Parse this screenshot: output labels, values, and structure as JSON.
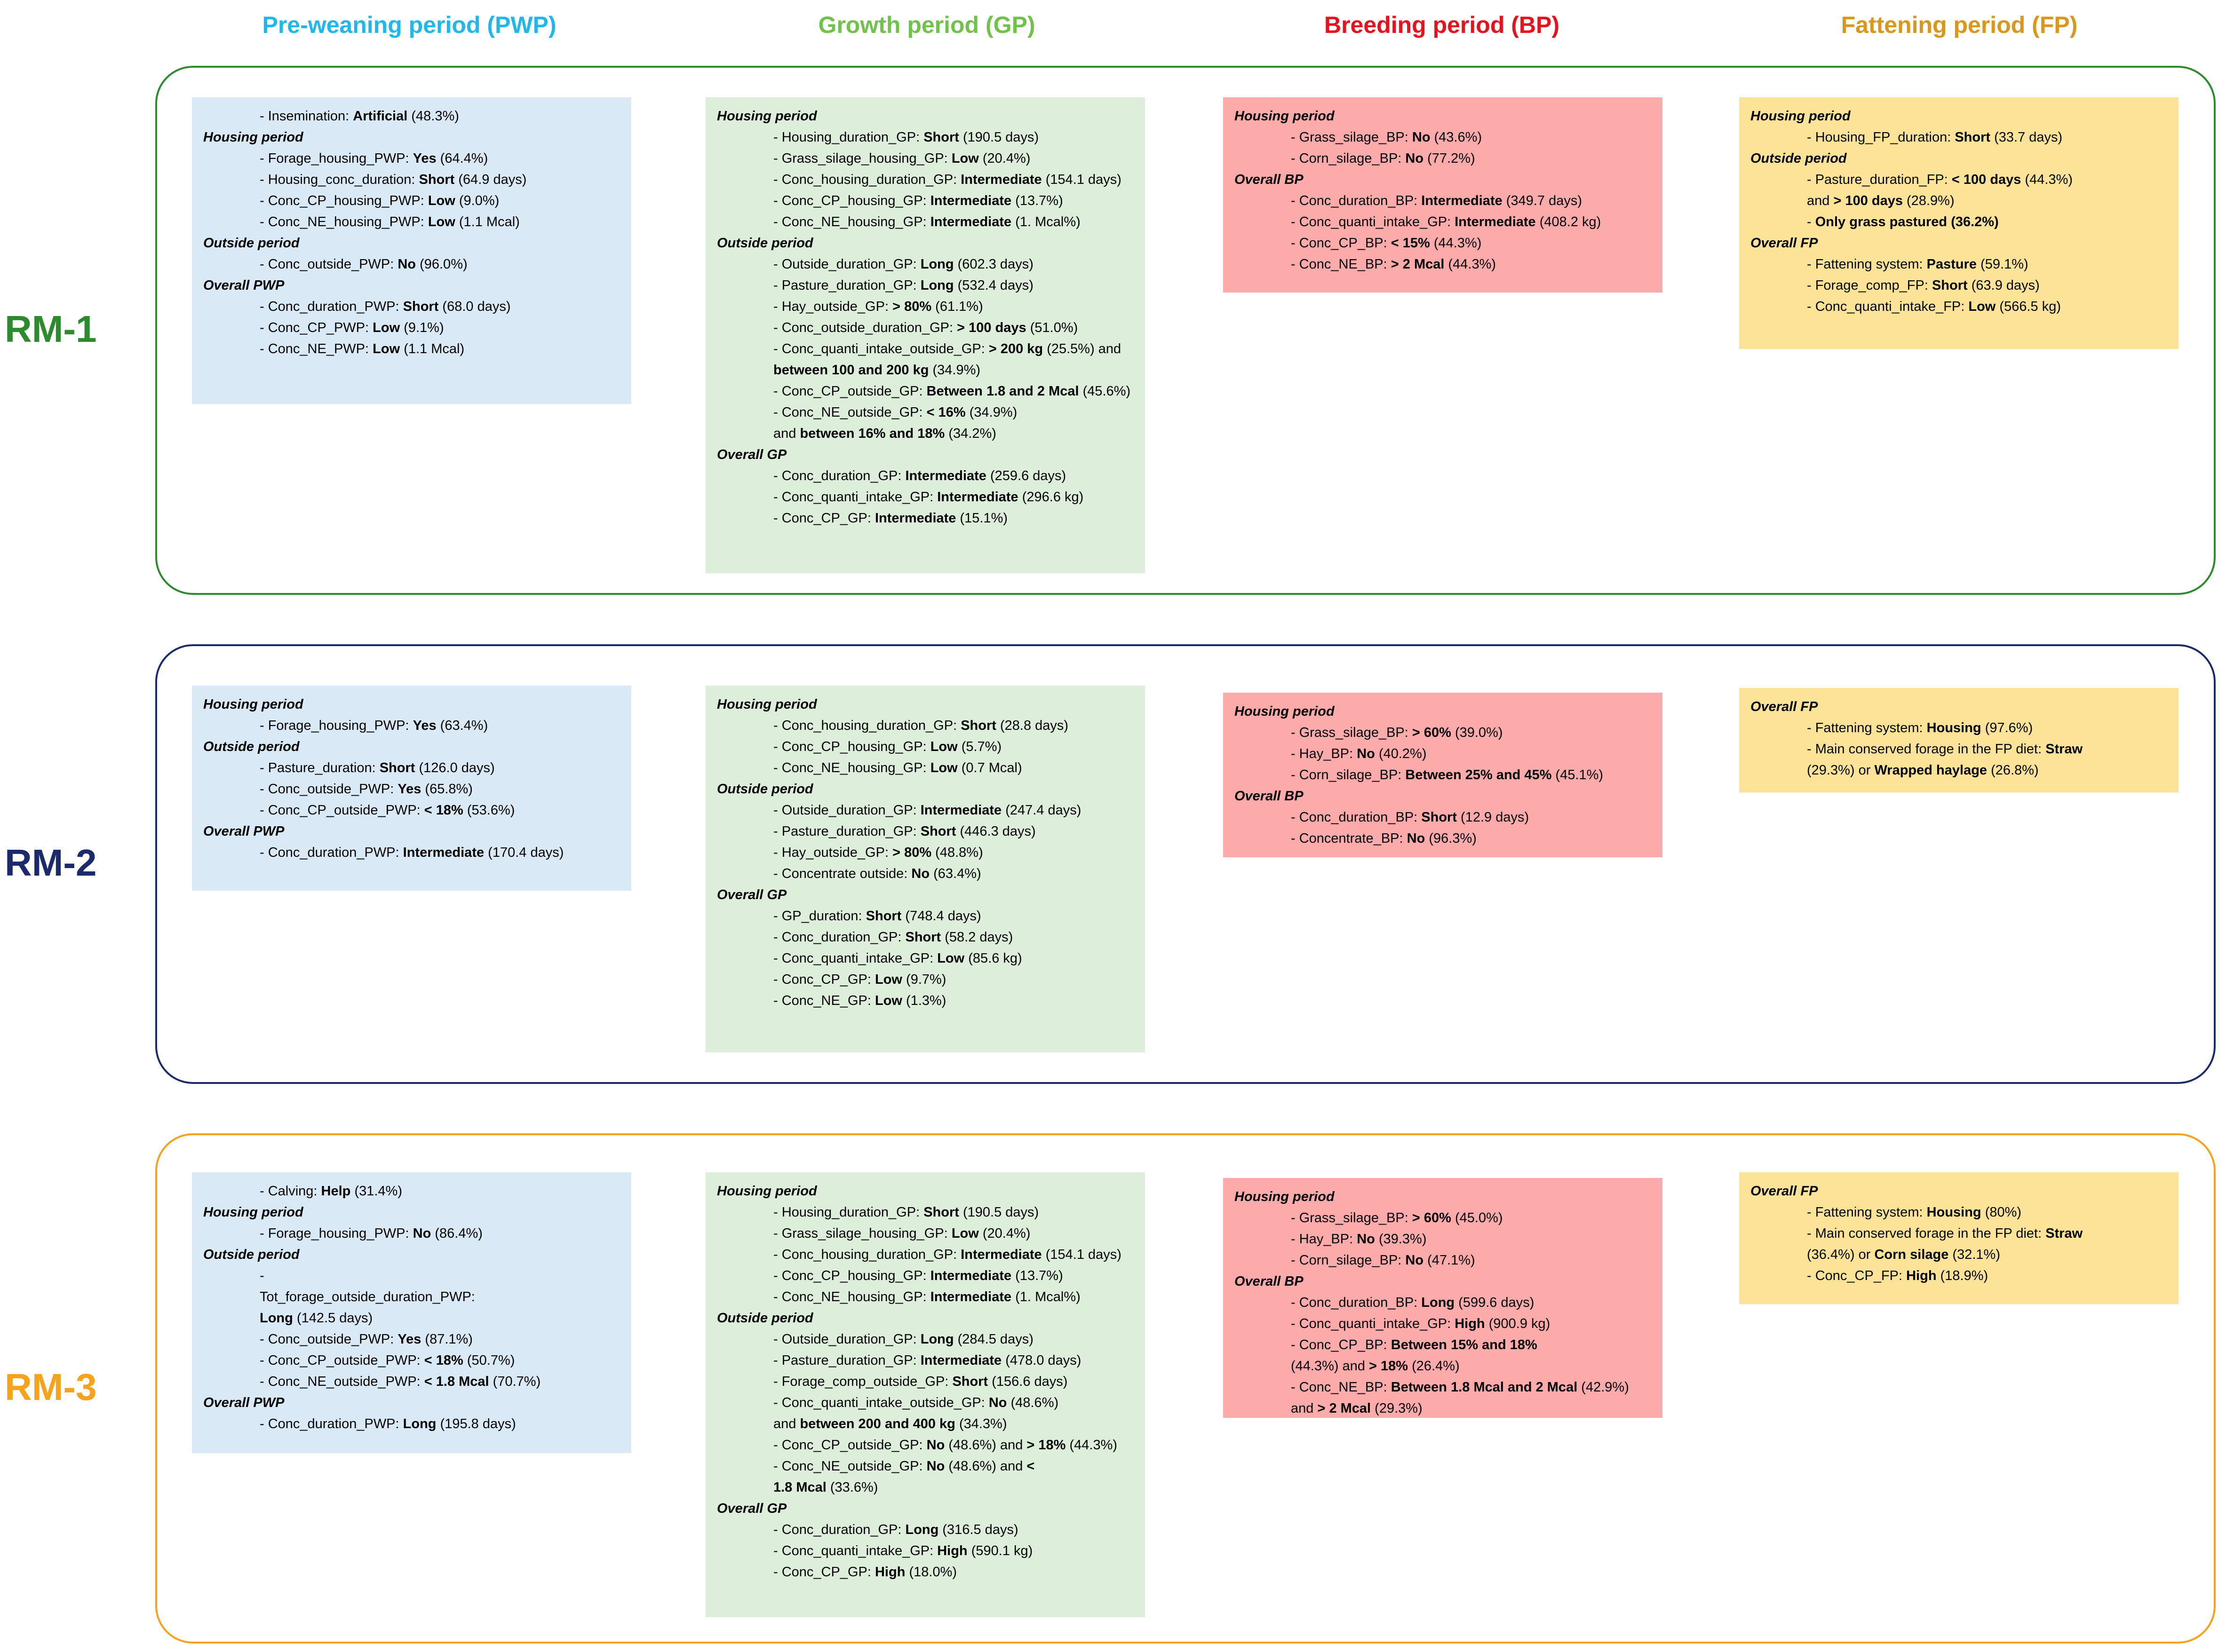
{
  "colors": {
    "pwp_header": "#20b8ec",
    "gp_header": "#71c24b",
    "bp_header": "#e8111c",
    "fp_header": "#d9981b",
    "rm1": "#2d8a2d",
    "rm2": "#1b2a6b",
    "rm3": "#f6a21a",
    "pwp_box": "#dae9f6",
    "gp_box": "#ddeedb",
    "bp_box": "#fdaaaa",
    "fp_box": "#fde398"
  },
  "headers": {
    "pwp": "Pre-weaning period (PWP)",
    "gp": "Growth period (GP)",
    "bp": "Breeding period (BP)",
    "fp": "Fattening period (FP)"
  },
  "rm": [
    {
      "label": "RM-1",
      "pwp": [
        {
          "t": "item",
          "pre": "- Insemination: ",
          "val": "Artificial",
          "post": " (48.3%)"
        },
        {
          "t": "sec",
          "text": "Housing period"
        },
        {
          "t": "item",
          "pre": "- Forage_housing_PWP: ",
          "val": "Yes",
          "post": " (64.4%)"
        },
        {
          "t": "item",
          "pre": "- Housing_conc_duration: ",
          "val": "Short",
          "post": " (64.9 days)"
        },
        {
          "t": "item",
          "pre": "- Conc_CP_housing_PWP: ",
          "val": "Low",
          "post": " (9.0%)"
        },
        {
          "t": "item",
          "pre": "- Conc_NE_housing_PWP: ",
          "val": "Low",
          "post": " (1.1 Mcal)"
        },
        {
          "t": "sec",
          "text": "Outside period"
        },
        {
          "t": "item",
          "pre": "- Conc_outside_PWP: ",
          "val": "No",
          "post": " (96.0%)"
        },
        {
          "t": "sec",
          "text": "Overall PWP"
        },
        {
          "t": "item",
          "pre": "- Conc_duration_PWP: ",
          "val": "Short",
          "post": " (68.0 days)"
        },
        {
          "t": "item",
          "pre": "- Conc_CP_PWP: ",
          "val": "Low",
          "post": " (9.1%)"
        },
        {
          "t": "item",
          "pre": "- Conc_NE_PWP: ",
          "val": "Low",
          "post": " (1.1 Mcal)"
        }
      ],
      "gp": [
        {
          "t": "sec",
          "text": "Housing period"
        },
        {
          "t": "item",
          "pre": "- Housing_duration_GP: ",
          "val": "Short",
          "post": " (190.5 days)"
        },
        {
          "t": "item",
          "pre": "- Grass_silage_housing_GP: ",
          "val": "Low",
          "post": " (20.4%)"
        },
        {
          "t": "item",
          "pre": "- Conc_housing_duration_GP: ",
          "val": "Intermediate",
          "post": " (154.1 days)"
        },
        {
          "t": "item",
          "pre": "- Conc_CP_housing_GP: ",
          "val": "Intermediate",
          "post": " (13.7%)"
        },
        {
          "t": "item",
          "pre": "- Conc_NE_housing_GP: ",
          "val": "Intermediate",
          "post": " (1. Mcal%)"
        },
        {
          "t": "sec",
          "text": "Outside period"
        },
        {
          "t": "item",
          "pre": "- Outside_duration_GP: ",
          "val": "Long",
          "post": " (602.3 days)"
        },
        {
          "t": "item",
          "pre": "- Pasture_duration_GP: ",
          "val": "Long",
          "post": " (532.4 days)"
        },
        {
          "t": "item",
          "pre": "- Hay_outside_GP: ",
          "val": "> 80%",
          "post": " (61.1%)"
        },
        {
          "t": "item",
          "pre": "- Conc_outside_duration_GP: ",
          "val": "> 100 days",
          "post": " (51.0%)"
        },
        {
          "t": "item2",
          "pre": "- Conc_quanti_intake_outside_GP: ",
          "val": "> 200 kg",
          "post": " (25.5%) and",
          "val2": "between 100 and 200 kg",
          "post2": " (34.9%)"
        },
        {
          "t": "item",
          "pre": "- Conc_CP_outside_GP: ",
          "val": "Between 1.8 and 2 Mcal",
          "post": " (45.6%)"
        },
        {
          "t": "item2",
          "pre": "- Conc_NE_outside_GP: ",
          "val": "< 16%",
          "post": " (34.9%)",
          "pre2": "and ",
          "val2": "between 16% and 18%",
          "post2": " (34.2%)"
        },
        {
          "t": "sec",
          "text": "Overall GP"
        },
        {
          "t": "item",
          "pre": "- Conc_duration_GP: ",
          "val": "Intermediate",
          "post": " (259.6 days)"
        },
        {
          "t": "item",
          "pre": "- Conc_quanti_intake_GP: ",
          "val": "Intermediate",
          "post": " (296.6 kg)"
        },
        {
          "t": "item",
          "pre": "- Conc_CP_GP: ",
          "val": "Intermediate",
          "post": " (15.1%)"
        }
      ],
      "bp": [
        {
          "t": "sec",
          "text": "Housing period"
        },
        {
          "t": "item",
          "pre": "- Grass_silage_BP: ",
          "val": "No",
          "post": " (43.6%)"
        },
        {
          "t": "item",
          "pre": "- Corn_silage_BP: ",
          "val": "No",
          "post": " (77.2%)"
        },
        {
          "t": "sec",
          "text": "Overall BP"
        },
        {
          "t": "item",
          "pre": "- Conc_duration_BP: ",
          "val": "Intermediate",
          "post": " (349.7 days)"
        },
        {
          "t": "item",
          "pre": "- Conc_quanti_intake_GP: ",
          "val": "Intermediate",
          "post": " (408.2 kg)"
        },
        {
          "t": "item",
          "pre": "- Conc_CP_BP: ",
          "val": "< 15%",
          "post": " (44.3%)"
        },
        {
          "t": "item",
          "pre": "- Conc_NE_BP: ",
          "val": "> 2 Mcal",
          "post": " (44.3%)"
        }
      ],
      "fp": [
        {
          "t": "sec",
          "text": "Housing period"
        },
        {
          "t": "item",
          "pre": "- Housing_FP_duration: ",
          "val": "Short",
          "post": " (33.7 days)"
        },
        {
          "t": "sec",
          "text": "Outside period"
        },
        {
          "t": "item2",
          "pre": "- Pasture_duration_FP: ",
          "val": "< 100 days",
          "post": " (44.3%)",
          "pre2": "and ",
          "val2": "> 100 days",
          "post2": " (28.9%)"
        },
        {
          "t": "item",
          "pre": "- ",
          "val": "Only grass pastured (36.2%)",
          "post": ""
        },
        {
          "t": "sec",
          "text": "Overall FP"
        },
        {
          "t": "item",
          "pre": "- Fattening system: ",
          "val": "Pasture",
          "post": " (59.1%)"
        },
        {
          "t": "item",
          "pre": "- Forage_comp_FP: ",
          "val": "Short",
          "post": " (63.9 days)"
        },
        {
          "t": "item",
          "pre": "- Conc_quanti_intake_FP: ",
          "val": "Low",
          "post": " (566.5 kg)"
        }
      ]
    },
    {
      "label": "RM-2",
      "pwp": [
        {
          "t": "sec",
          "text": "Housing period"
        },
        {
          "t": "item",
          "pre": "- Forage_housing_PWP: ",
          "val": "Yes",
          "post": " (63.4%)"
        },
        {
          "t": "sec",
          "text": "Outside period"
        },
        {
          "t": "item",
          "pre": "- Pasture_duration: ",
          "val": "Short",
          "post": " (126.0 days)"
        },
        {
          "t": "item",
          "pre": "- Conc_outside_PWP: ",
          "val": "Yes",
          "post": " (65.8%)"
        },
        {
          "t": "item",
          "pre": "- Conc_CP_outside_PWP: ",
          "val": "< 18%",
          "post": " (53.6%)"
        },
        {
          "t": "sec",
          "text": "Overall PWP"
        },
        {
          "t": "item",
          "pre": "- Conc_duration_PWP: ",
          "val": "Intermediate",
          "post": " (170.4 days)"
        }
      ],
      "gp": [
        {
          "t": "sec",
          "text": "Housing period"
        },
        {
          "t": "item",
          "pre": "- Conc_housing_duration_GP: ",
          "val": "Short",
          "post": " (28.8 days)"
        },
        {
          "t": "item",
          "pre": "- Conc_CP_housing_GP: ",
          "val": "Low",
          "post": " (5.7%)"
        },
        {
          "t": "item",
          "pre": "- Conc_NE_housing_GP: ",
          "val": "Low",
          "post": " (0.7 Mcal)"
        },
        {
          "t": "sec",
          "text": "Outside period"
        },
        {
          "t": "item",
          "pre": "- Outside_duration_GP: ",
          "val": "Intermediate",
          "post": " (247.4 days)"
        },
        {
          "t": "item",
          "pre": "- Pasture_duration_GP: ",
          "val": "Short",
          "post": " (446.3 days)"
        },
        {
          "t": "item",
          "pre": "- Hay_outside_GP: ",
          "val": "> 80%",
          "post": " (48.8%)"
        },
        {
          "t": "item",
          "pre": "- Concentrate outside: ",
          "val": "No",
          "post": " (63.4%)"
        },
        {
          "t": "sec",
          "text": "Overall GP"
        },
        {
          "t": "item",
          "pre": "- GP_duration: ",
          "val": "Short",
          "post": " (748.4 days)"
        },
        {
          "t": "item",
          "pre": "- Conc_duration_GP: ",
          "val": "Short",
          "post": " (58.2 days)"
        },
        {
          "t": "item",
          "pre": "- Conc_quanti_intake_GP: ",
          "val": "Low",
          "post": " (85.6 kg)"
        },
        {
          "t": "item",
          "pre": "- Conc_CP_GP: ",
          "val": "Low",
          "post": " (9.7%)"
        },
        {
          "t": "item",
          "pre": "- Conc_NE_GP: ",
          "val": "Low",
          "post": " (1.3%)"
        }
      ],
      "bp": [
        {
          "t": "sec",
          "text": "Housing period"
        },
        {
          "t": "item",
          "pre": "- Grass_silage_BP: ",
          "val": "> 60%",
          "post": " (39.0%)"
        },
        {
          "t": "item",
          "pre": "- Hay_BP: ",
          "val": "No",
          "post": " (40.2%)"
        },
        {
          "t": "item",
          "pre": "- Corn_silage_BP: ",
          "val": "Between 25% and 45%",
          "post": " (45.1%)"
        },
        {
          "t": "sec",
          "text": "Overall BP"
        },
        {
          "t": "item",
          "pre": "- Conc_duration_BP: ",
          "val": "Short",
          "post": " (12.9 days)"
        },
        {
          "t": "item",
          "pre": "- Concentrate_BP: ",
          "val": "No",
          "post": " (96.3%)"
        }
      ],
      "fp": [
        {
          "t": "sec",
          "text": "Overall FP"
        },
        {
          "t": "item",
          "pre": "- Fattening system: ",
          "val": "Housing",
          "post": " (97.6%)"
        },
        {
          "t": "item2",
          "pre": "- Main conserved forage in the FP diet: ",
          "val": "Straw",
          "post": "",
          "pre2": "(29.3%) or ",
          "val2": "Wrapped haylage",
          "post2": " (26.8%)"
        }
      ]
    },
    {
      "label": "RM-3",
      "pwp": [
        {
          "t": "item",
          "pre": "- Calving: ",
          "val": "Help",
          "post": " (31.4%)"
        },
        {
          "t": "sec",
          "text": "Housing period"
        },
        {
          "t": "item",
          "pre": "- Forage_housing_PWP: ",
          "val": "No",
          "post": " (86.4%)"
        },
        {
          "t": "sec",
          "text": "Outside period"
        },
        {
          "t": "item",
          "pre": "-",
          "val": "",
          "post": ""
        },
        {
          "t": "item",
          "pre": "Tot_forage_outside_duration_PWP:",
          "val": "",
          "post": ""
        },
        {
          "t": "item",
          "pre": "",
          "val": "Long",
          "post": " (142.5 days)"
        },
        {
          "t": "item",
          "pre": "- Conc_outside_PWP: ",
          "val": "Yes",
          "post": " (87.1%)"
        },
        {
          "t": "item",
          "pre": "- Conc_CP_outside_PWP: ",
          "val": "< 18%",
          "post": " (50.7%)"
        },
        {
          "t": "item",
          "pre": "- Conc_NE_outside_PWP: ",
          "val": "< 1.8 Mcal",
          "post": " (70.7%)"
        },
        {
          "t": "sec",
          "text": "Overall PWP"
        },
        {
          "t": "item",
          "pre": "- Conc_duration_PWP: ",
          "val": "Long",
          "post": " (195.8 days)"
        }
      ],
      "gp": [
        {
          "t": "sec",
          "text": "Housing period"
        },
        {
          "t": "item",
          "pre": "- Housing_duration_GP: ",
          "val": "Short",
          "post": " (190.5 days)"
        },
        {
          "t": "item",
          "pre": "- Grass_silage_housing_GP: ",
          "val": "Low",
          "post": " (20.4%)"
        },
        {
          "t": "item",
          "pre": "- Conc_housing_duration_GP: ",
          "val": "Intermediate",
          "post": " (154.1 days)"
        },
        {
          "t": "item",
          "pre": "- Conc_CP_housing_GP: ",
          "val": "Intermediate",
          "post": " (13.7%)"
        },
        {
          "t": "item",
          "pre": "- Conc_NE_housing_GP: ",
          "val": "Intermediate",
          "post": " (1. Mcal%)"
        },
        {
          "t": "sec",
          "text": "Outside period"
        },
        {
          "t": "item",
          "pre": "- Outside_duration_GP: ",
          "val": "Long",
          "post": " (284.5 days)"
        },
        {
          "t": "item",
          "pre": "- Pasture_duration_GP: ",
          "val": "Intermediate",
          "post": " (478.0 days)"
        },
        {
          "t": "item",
          "pre": "- Forage_comp_outside_GP: ",
          "val": "Short",
          "post": " (156.6 days)"
        },
        {
          "t": "item2",
          "pre": "- Conc_quanti_intake_outside_GP: ",
          "val": "No",
          "post": " (48.6%)",
          "pre2": "and ",
          "val2": "between 200 and 400 kg",
          "post2": " (34.3%)"
        },
        {
          "t": "item3",
          "pre": "- Conc_CP_outside_GP: ",
          "val": "No",
          "mid": " (48.6%) and ",
          "val2": "> 18%",
          "post": " (44.3%)"
        },
        {
          "t": "item2",
          "pre": "- Conc_NE_outside_GP: ",
          "val": "No",
          "post": " (48.6%) and ",
          "val2": "1.8 Mcal",
          "post2": " (33.6%)",
          "tail": "<"
        },
        {
          "t": "sec",
          "text": "Overall GP"
        },
        {
          "t": "item",
          "pre": "- Conc_duration_GP: ",
          "val": "Long",
          "post": " (316.5 days)"
        },
        {
          "t": "item",
          "pre": "- Conc_quanti_intake_GP: ",
          "val": "High",
          "post": " (590.1 kg)"
        },
        {
          "t": "item",
          "pre": "- Conc_CP_GP: ",
          "val": "High",
          "post": " (18.0%)"
        }
      ],
      "bp": [
        {
          "t": "sec",
          "text": "Housing period"
        },
        {
          "t": "item",
          "pre": "- Grass_silage_BP: ",
          "val": "> 60%",
          "post": " (45.0%)"
        },
        {
          "t": "item",
          "pre": "- Hay_BP: ",
          "val": "No",
          "post": " (39.3%)"
        },
        {
          "t": "item",
          "pre": "- Corn_silage_BP: ",
          "val": "No",
          "post": " (47.1%)"
        },
        {
          "t": "sec",
          "text": "Overall BP"
        },
        {
          "t": "item",
          "pre": "- Conc_duration_BP: ",
          "val": "Long",
          "post": " (599.6 days)"
        },
        {
          "t": "item",
          "pre": "- Conc_quanti_intake_GP: ",
          "val": "High",
          "post": " (900.9 kg)"
        },
        {
          "t": "item2",
          "pre": "- Conc_CP_BP: ",
          "val": "Between 15% and 18%",
          "post": "",
          "pre2": "(44.3%) and ",
          "val2": "> 18%",
          "post2": " (26.4%)"
        },
        {
          "t": "item2",
          "pre": "- Conc_NE_BP: ",
          "val": "Between 1.8 Mcal and 2 Mcal",
          "post": " (42.9%)",
          "pre2": "and ",
          "val2": "> 2 Mcal",
          "post2": " (29.3%)"
        }
      ],
      "fp": [
        {
          "t": "sec",
          "text": "Overall FP"
        },
        {
          "t": "item",
          "pre": "- Fattening system: ",
          "val": "Housing",
          "post": " (80%)"
        },
        {
          "t": "item2",
          "pre": "- Main conserved forage in the FP diet: ",
          "val": "Straw",
          "post": "",
          "pre2": "(36.4%) or ",
          "val2": "Corn silage",
          "post2": " (32.1%)"
        },
        {
          "t": "item",
          "pre": "- Conc_CP_FP: ",
          "val": "High",
          "post": " (18.9%)"
        }
      ]
    }
  ]
}
